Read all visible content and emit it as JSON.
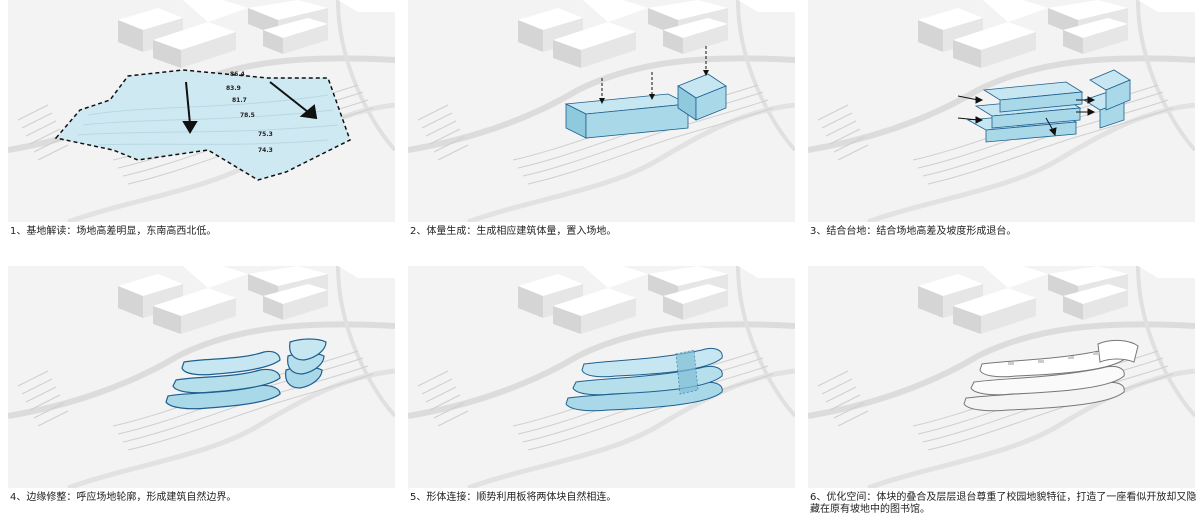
{
  "panels": [
    {
      "caption": "1、基地解读：场地高差明显，东南高西北低。",
      "elevations": [
        "86.4",
        "83.9",
        "81.7",
        "78.5",
        "75.3",
        "74.3"
      ]
    },
    {
      "caption": "2、体量生成：生成相应建筑体量，置入场地。"
    },
    {
      "caption": "3、结合台地：结合场地高差及坡度形成退台。"
    },
    {
      "caption": "4、边缘修整：呼应场地轮廓，形成建筑自然边界。"
    },
    {
      "caption": "5、形体连接：顺势利用板将两体块自然相连。"
    },
    {
      "caption": "6、优化空间：体块的叠合及层层退台尊重了校园地貌特征，打造了一座看似开放却又隐藏在原有坡地中的图书馆。"
    }
  ],
  "colors": {
    "background": "#f3f3f3",
    "building_top": "#ffffff",
    "building_side": "#d8d8d8",
    "volume_blue": "#a9d9e8",
    "volume_blue_dark": "#7fbfd6",
    "outline": "#1f5f8f",
    "site_fill": "#cfe9f2"
  }
}
